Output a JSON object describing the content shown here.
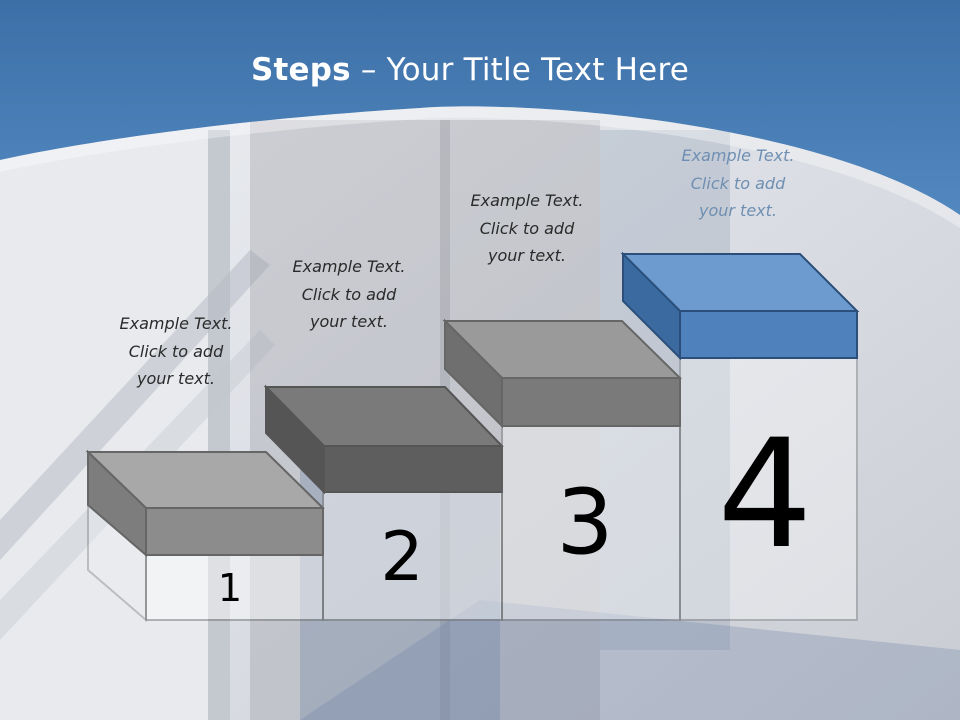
{
  "slide": {
    "title_bold": "Steps",
    "title_rest": " – Your Title Text Here"
  },
  "steps": [
    {
      "number": "1",
      "text": "Example Text.\nClick  to add\nyour text.",
      "color": "#8c8c8c"
    },
    {
      "number": "2",
      "text": "Example Text.\nClick  to add\nyour text.",
      "color": "#5e5e5e"
    },
    {
      "number": "3",
      "text": "Example Text.\nClick  to add\nyour text.",
      "color": "#7a7a7a"
    },
    {
      "number": "4",
      "text": "Example Text.\nClick  to add\nyour text.",
      "color": "#4f81bd"
    }
  ],
  "colors": {
    "header_blue": "#4a7fb5",
    "accent_caption": "#6f8fb2"
  }
}
